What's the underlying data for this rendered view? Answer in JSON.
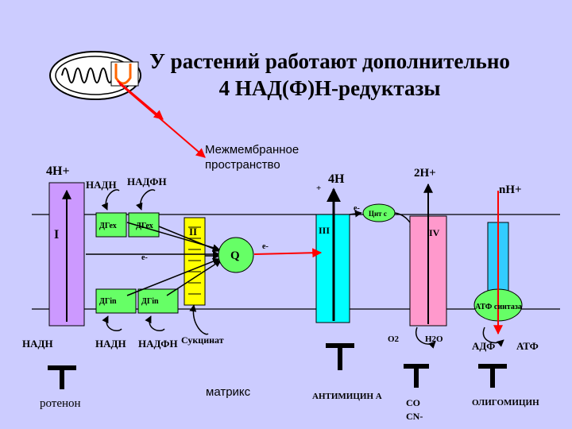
{
  "title": {
    "line1": "У растений работают дополнительно",
    "line2": "4 НАД(Ф)Н-редуктазы"
  },
  "spaces": {
    "intermembrane_line1": "Межмембранное",
    "intermembrane_line2": "пространство",
    "matrix": "матрикс"
  },
  "protons": {
    "left": "4Н+",
    "complex3": "4Н",
    "complex3_plus": "+",
    "complex4": "2Н+",
    "atp_synthase": "nН+"
  },
  "complexes": {
    "I": "I",
    "II": "II",
    "III": "III",
    "IV": "IV",
    "Q": "Q",
    "cyt_c": "Цит с",
    "atp_synthase": "АТФ синтаза"
  },
  "dehydrogenases": {
    "outer1": "ДГех",
    "outer2": "ДГех",
    "inner1": "ДГin",
    "inner2": "ДГin"
  },
  "electrons": {
    "e1": "e-",
    "e2": "e-",
    "e3": "e-"
  },
  "substrates": {
    "nadh_outer": "НАДН",
    "nadph_outer": "НАДФН",
    "nadh_complex1": "НАДН",
    "nadh_inner": "НАДН",
    "nadph_inner": "НАДФН",
    "succinate": "Сукцинат",
    "o2": "O2",
    "h2o": "H2O",
    "adp": "АДФ",
    "atp": "АТФ"
  },
  "inhibitors": {
    "rotenone": "ротенон",
    "antimycin": "АНТИМИЦИН А",
    "co": "CO",
    "cn": "CN-",
    "oligomycin": "ОЛИГОМИЦИН"
  },
  "colors": {
    "background": "#ccccff",
    "complex1": "#cc99ff",
    "complex2": "#ffff00",
    "complex3": "#00ffff",
    "complex4": "#ff99cc",
    "dehydrogenase": "#66ff66",
    "q_pool": "#66ff66",
    "cyt_c": "#66ff66",
    "atp_synthase": "#66ff66",
    "atp_channel": "#33ccff",
    "arrow_red": "#ff0000",
    "inhibitor": "#000000"
  }
}
